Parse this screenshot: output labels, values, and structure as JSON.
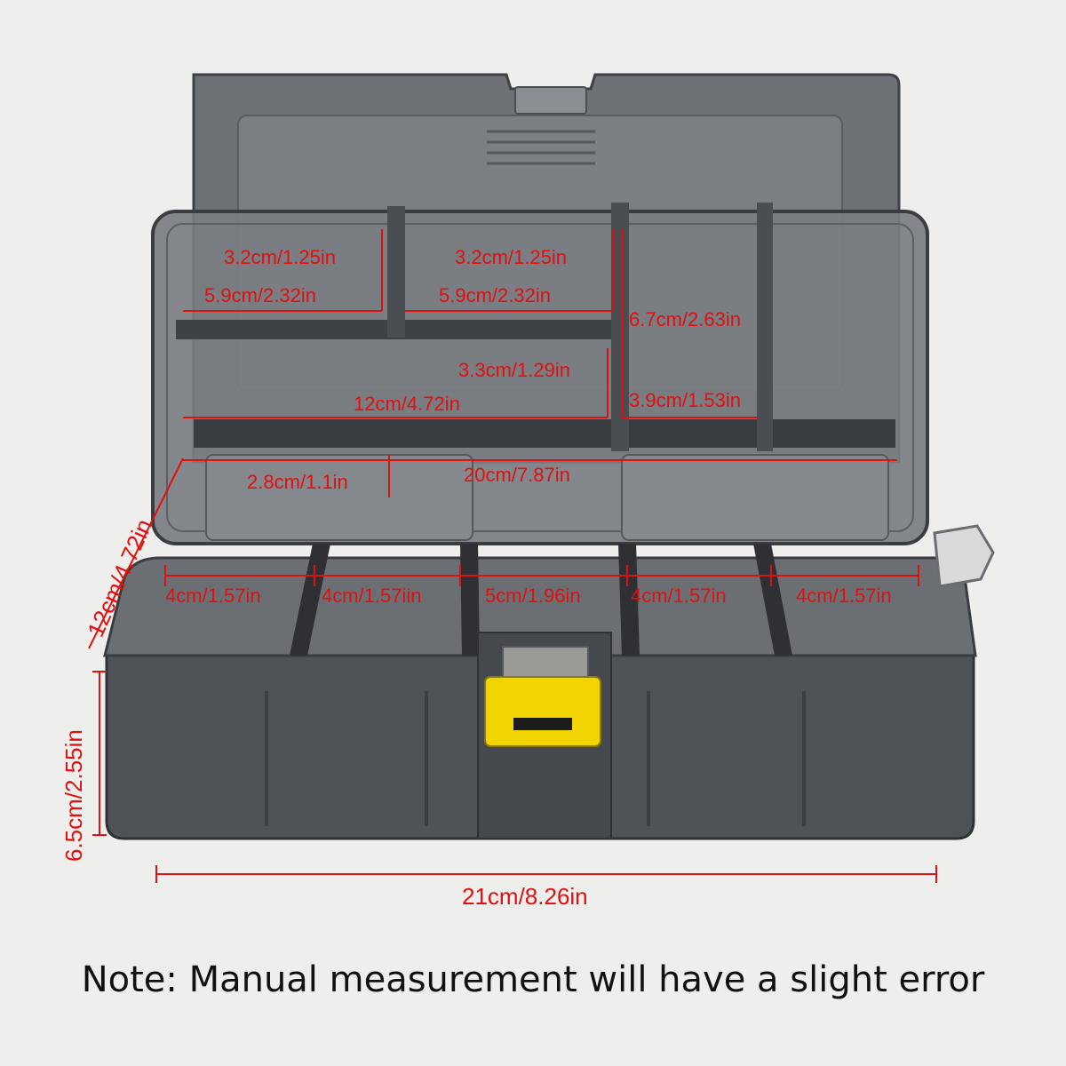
{
  "image": {
    "subject": "tackle-box",
    "colors": {
      "body": "#4d5054",
      "lid": "#6d7075",
      "tray": "#7a7d81",
      "latch": "#f2d400",
      "dimension": "#e01010",
      "background": "#eeeeec"
    }
  },
  "dimensions": {
    "tray_row1_left_h": "3.2cm/1.25in",
    "tray_row1_mid_h": "3.2cm/1.25in",
    "tray_row1_left_w": "5.9cm/2.32in",
    "tray_row1_mid_w": "5.9cm/2.32in",
    "tray_right_h": "6.7cm/2.63in",
    "tray_row2_h": "3.3cm/1.29in",
    "tray_row2_w": "12cm/4.72in",
    "tray_right_small_h": "3.9cm/1.53in",
    "tray_depth": "2.8cm/1.1in",
    "tray_width": "20cm/7.87in",
    "depth": "12cm/4.72in",
    "height": "6.5cm/2.55in",
    "width": "21cm/8.26in",
    "bottom_compartments": [
      "4cm/1.57in",
      "4cm/1.57iin",
      "5cm/1.96in",
      "4cm/1.57in",
      "4cm/1.57in"
    ]
  },
  "note": "Note: Manual measurement will have a slight error"
}
